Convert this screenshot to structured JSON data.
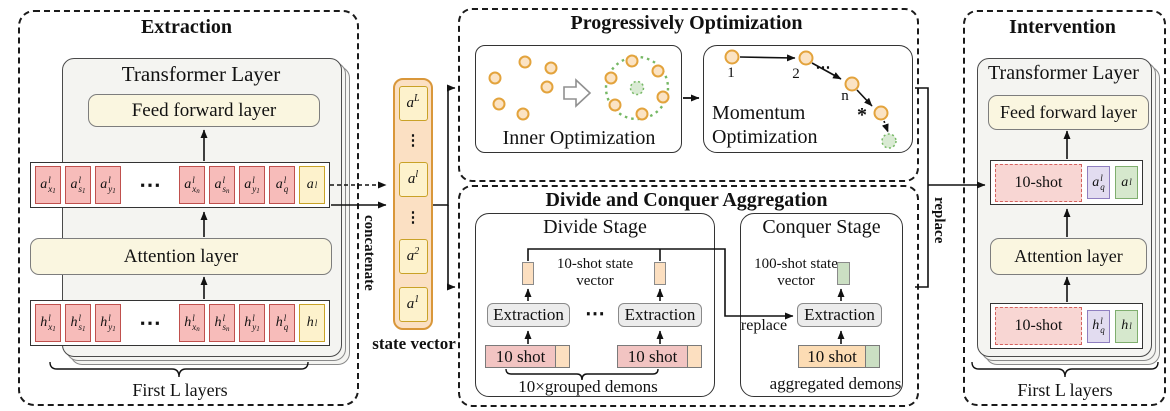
{
  "palette": {
    "pink_fill": "#f7bcba",
    "pink_border": "#c0504d",
    "yellow_fill": "#fdf2cc",
    "yellow_border": "#c9a227",
    "state_vector_fill": "#fbe0c3",
    "state_vector_border": "#d9973a",
    "layer_fill": "#faf6e0",
    "panel_fill": "#f4f4f1",
    "purple_fill": "#e2dcf0",
    "purple_border": "#8f7fc0",
    "green_fill": "#d6e8cd",
    "green_border": "#7fae6e",
    "dashed_pink_fill": "#f8d6d3",
    "dashed_pink_border": "#d4615e",
    "circle_orange": "#e3a33c",
    "circle_orange_fill": "#fbe3c4",
    "dotted_green": "#76b865",
    "dotted_green_fill": "#d9ead3"
  },
  "extraction": {
    "title": "Extraction",
    "transformer_title": "Transformer Layer",
    "feed_forward_label": "Feed forward layer",
    "attention_label": "Attention layer",
    "hdots": "⋯",
    "a_row": [
      {
        "base": "a",
        "sup": "l",
        "sub": "x",
        "subsub": "1"
      },
      {
        "base": "a",
        "sup": "l",
        "sub": "s",
        "subsub": "1"
      },
      {
        "base": "a",
        "sup": "l",
        "sub": "y",
        "subsub": "1"
      },
      {
        "base": "a",
        "sup": "l",
        "sub": "x",
        "subsub": "n"
      },
      {
        "base": "a",
        "sup": "l",
        "sub": "s",
        "subsub": "n"
      },
      {
        "base": "a",
        "sup": "l",
        "sub": "y",
        "subsub": "1"
      },
      {
        "base": "a",
        "sup": "l",
        "sub": "q",
        "subsub": ""
      },
      {
        "base": "a",
        "sup": "l",
        "sub": "",
        "subsub": ""
      }
    ],
    "h_row": [
      {
        "base": "h",
        "sup": "l",
        "sub": "x",
        "subsub": "1"
      },
      {
        "base": "h",
        "sup": "l",
        "sub": "s",
        "subsub": "1"
      },
      {
        "base": "h",
        "sup": "l",
        "sub": "y",
        "subsub": "1"
      },
      {
        "base": "h",
        "sup": "l",
        "sub": "x",
        "subsub": "n"
      },
      {
        "base": "h",
        "sup": "l",
        "sub": "s",
        "subsub": "n"
      },
      {
        "base": "h",
        "sup": "l",
        "sub": "y",
        "subsub": "1"
      },
      {
        "base": "h",
        "sup": "l",
        "sub": "q",
        "subsub": ""
      },
      {
        "base": "h",
        "sup": "l",
        "sub": "",
        "subsub": ""
      }
    ],
    "first_l_layers": "First L layers"
  },
  "state_vector": {
    "concatenate_label": "concatenate",
    "label": "state vector",
    "vdots": "⋮",
    "items": [
      {
        "base": "a",
        "sup": "L"
      },
      {
        "base": "a",
        "sup": "l"
      },
      {
        "base": "a",
        "sup": "2"
      },
      {
        "base": "a",
        "sup": "1"
      }
    ]
  },
  "progressive": {
    "title": "Progressively Optimization",
    "inner_label": "Inner Optimization",
    "momentum_label": "Momentum Optimization",
    "points": {
      "p1": "1",
      "p2": "2",
      "dots": "⋯",
      "pn": "n",
      "pstar": "*"
    }
  },
  "divide_conquer": {
    "title": "Divide and Conquer Aggregation",
    "divide": {
      "title": "Divide Stage",
      "vector_label": "10-shot state vector",
      "extraction_label": "Extraction",
      "dots": "⋯",
      "shot_label": "10 shot",
      "brace_label": "10×grouped demons"
    },
    "conquer": {
      "title": "Conquer Stage",
      "vector_label": "100-shot state vector",
      "extraction_label": "Extraction",
      "shot_label": "10 shot",
      "caption": "aggregated demons",
      "replace_label": "replace"
    }
  },
  "intervention": {
    "title": "Intervention",
    "transformer_title": "Transformer Layer",
    "feed_forward_label": "Feed forward layer",
    "attention_label": "Attention layer",
    "replace_label": "replace",
    "ten_shot_label": "10-shot",
    "a_q": {
      "base": "a",
      "sup": "l",
      "sub": "q"
    },
    "a_l": {
      "base": "a",
      "sup": "l"
    },
    "h_q": {
      "base": "h",
      "sup": "l",
      "sub": "q"
    },
    "h_l": {
      "base": "h",
      "sup": "l"
    },
    "first_l_layers": "First L layers"
  }
}
